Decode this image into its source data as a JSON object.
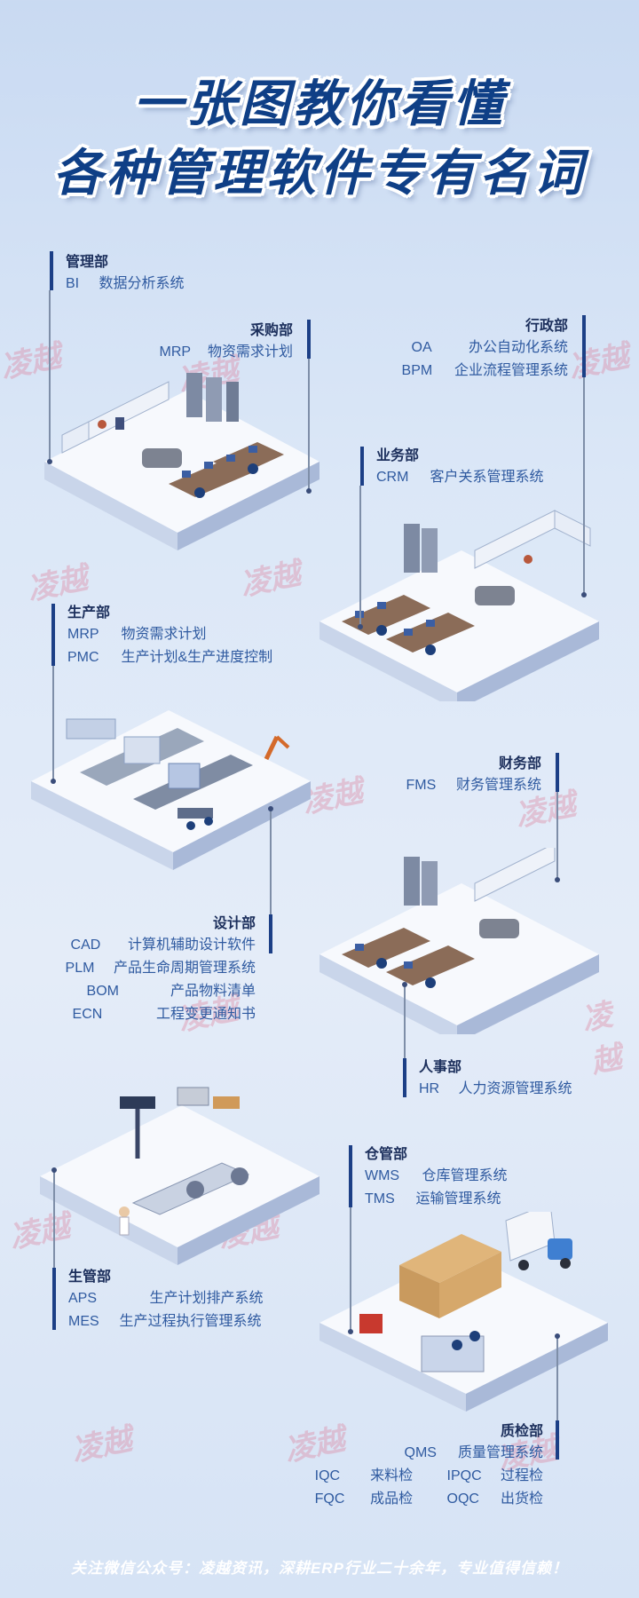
{
  "title": {
    "line1": "一张图教你看懂",
    "line2": "各种管理软件专有名词"
  },
  "departments": {
    "guanli": {
      "name": "管理部",
      "rows": [
        {
          "abbr": "BI",
          "desc": "数据分析系统"
        }
      ]
    },
    "caigou": {
      "name": "采购部",
      "rows": [
        {
          "abbr": "MRP",
          "desc": "物资需求计划"
        }
      ]
    },
    "xingzheng": {
      "name": "行政部",
      "rows": [
        {
          "abbr": "OA",
          "desc": "办公自动化系统"
        },
        {
          "abbr": "BPM",
          "desc": "企业流程管理系统"
        }
      ]
    },
    "yewu": {
      "name": "业务部",
      "rows": [
        {
          "abbr": "CRM",
          "desc": "客户关系管理系统"
        }
      ]
    },
    "shengchan": {
      "name": "生产部",
      "rows": [
        {
          "abbr": "MRP",
          "desc": "物资需求计划"
        },
        {
          "abbr": "PMC",
          "desc": "生产计划&生产进度控制"
        }
      ]
    },
    "caiwu": {
      "name": "财务部",
      "rows": [
        {
          "abbr": "FMS",
          "desc": "财务管理系统"
        }
      ]
    },
    "sheji": {
      "name": "设计部",
      "rows": [
        {
          "abbr": "CAD",
          "desc": "计算机辅助设计软件"
        },
        {
          "abbr": "PLM",
          "desc": "产品生命周期管理系统"
        },
        {
          "abbr": "BOM",
          "desc": "产品物料清单"
        },
        {
          "abbr": "ECN",
          "desc": "工程变更通知书"
        }
      ]
    },
    "renshi": {
      "name": "人事部",
      "rows": [
        {
          "abbr": "HR",
          "desc": "人力资源管理系统"
        }
      ]
    },
    "cangguan": {
      "name": "仓管部",
      "rows": [
        {
          "abbr": "WMS",
          "desc": "仓库管理系统"
        },
        {
          "abbr": "TMS",
          "desc": "运输管理系统"
        }
      ]
    },
    "shengguan": {
      "name": "生管部",
      "rows": [
        {
          "abbr": "APS",
          "desc": "生产计划排产系统"
        },
        {
          "abbr": "MES",
          "desc": "生产过程执行管理系统"
        }
      ]
    },
    "zhijian": {
      "name": "质检部",
      "qms": {
        "abbr": "QMS",
        "desc": "质量管理系统"
      },
      "iqc": {
        "abbr": "IQC",
        "desc": "来料检"
      },
      "ipqc": {
        "abbr": "IPQC",
        "desc": "过程检"
      },
      "fqc": {
        "abbr": "FQC",
        "desc": "成品检"
      },
      "oqc": {
        "abbr": "OQC",
        "desc": "出货检"
      }
    }
  },
  "watermark": "凌越",
  "footer": "关注微信公众号：凌越资讯，深耕ERP行业二十余年，专业值得信赖！",
  "colors": {
    "title": "#0f3f86",
    "dept_name": "#1c2f5c",
    "item_text": "#2f5aa0",
    "accent_bar": "#1c3f86"
  }
}
